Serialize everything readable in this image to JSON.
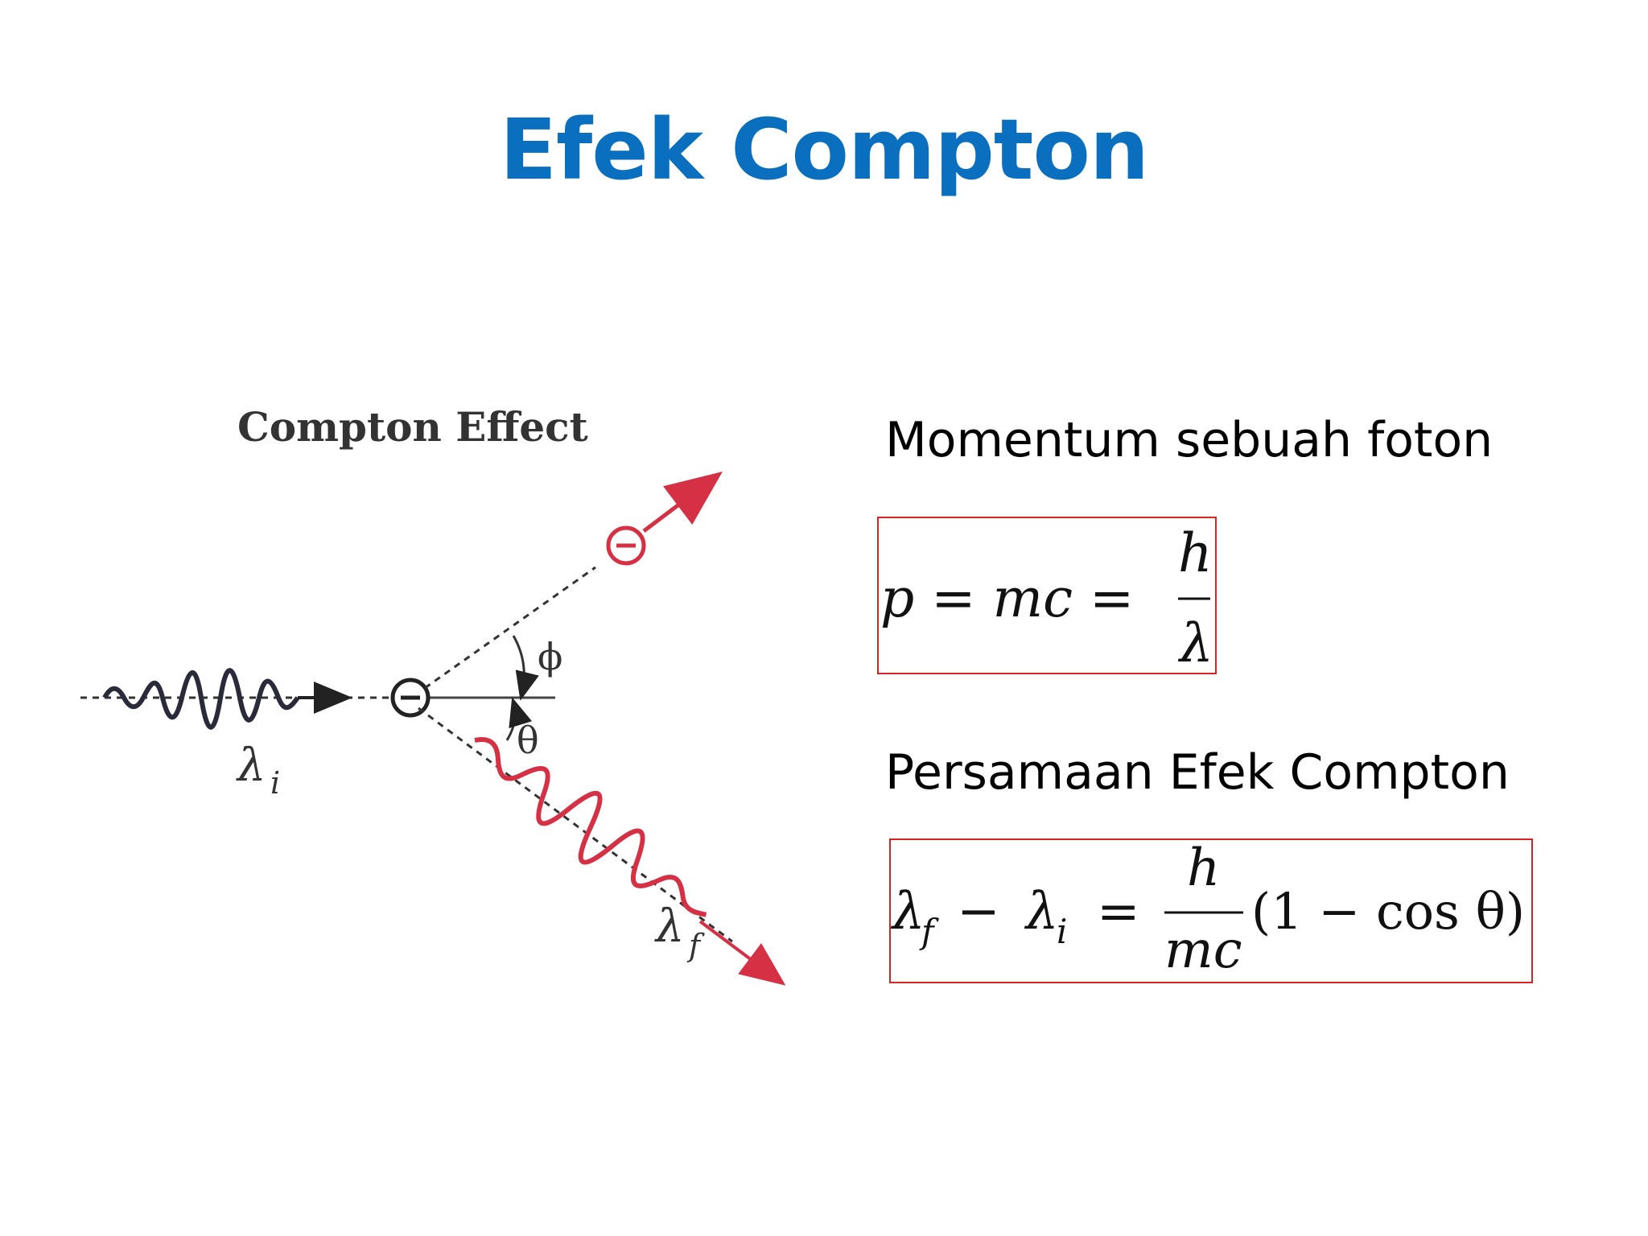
{
  "slide": {
    "title": "Efek Compton",
    "colors": {
      "title": "#0a6fbf",
      "box": "#d62424",
      "photon_out": "#d63044"
    }
  },
  "diagram": {
    "heading": "Compton Effect",
    "incident_label": "λ",
    "incident_sub": "i",
    "scattered_label": "λ",
    "scattered_sub": "f",
    "phi_label": "ϕ",
    "theta_label": "θ",
    "electron_symbol": "⊖"
  },
  "formulas": {
    "momentum_label": "Momentum sebuah foton",
    "momentum": {
      "lhs": "p = mc =",
      "numerator": "h",
      "denominator": "λ"
    },
    "compton_label": "Persamaan Efek Compton",
    "compton": {
      "lambda": "λ",
      "sub_f": "f",
      "minus": "−",
      "sub_i": "i",
      "equals": "=",
      "numerator": "h",
      "denominator": "mc",
      "tail": "(1 − cos θ)"
    }
  }
}
